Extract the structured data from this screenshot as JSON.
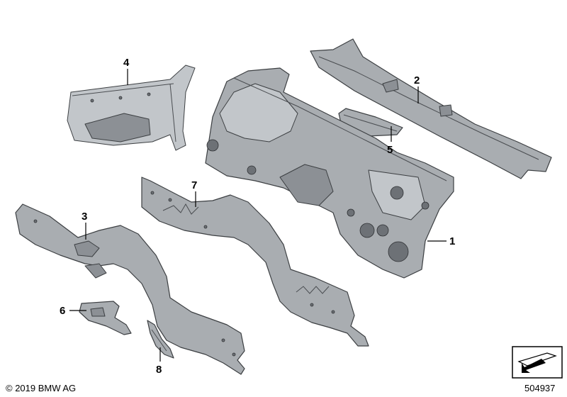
{
  "callouts": [
    {
      "number": "1",
      "part": "bulkhead-firewall"
    },
    {
      "number": "2",
      "part": "cowl-panel"
    },
    {
      "number": "3",
      "part": "wheelhouse-left"
    },
    {
      "number": "4",
      "part": "upper-side-panel"
    },
    {
      "number": "5",
      "part": "small-bracket"
    },
    {
      "number": "6",
      "part": "insulation-piece"
    },
    {
      "number": "7",
      "part": "wheelhouse-right"
    },
    {
      "number": "8",
      "part": "small-insulation"
    }
  ],
  "footer": {
    "copyright": "© 2019 BMW AG",
    "diagram_id": "504937"
  },
  "icons": {
    "nav": "arrow-nav-icon"
  },
  "colors": {
    "part_fill": "#a9adb1",
    "outline": "#3c3f42",
    "background": "#ffffff"
  }
}
